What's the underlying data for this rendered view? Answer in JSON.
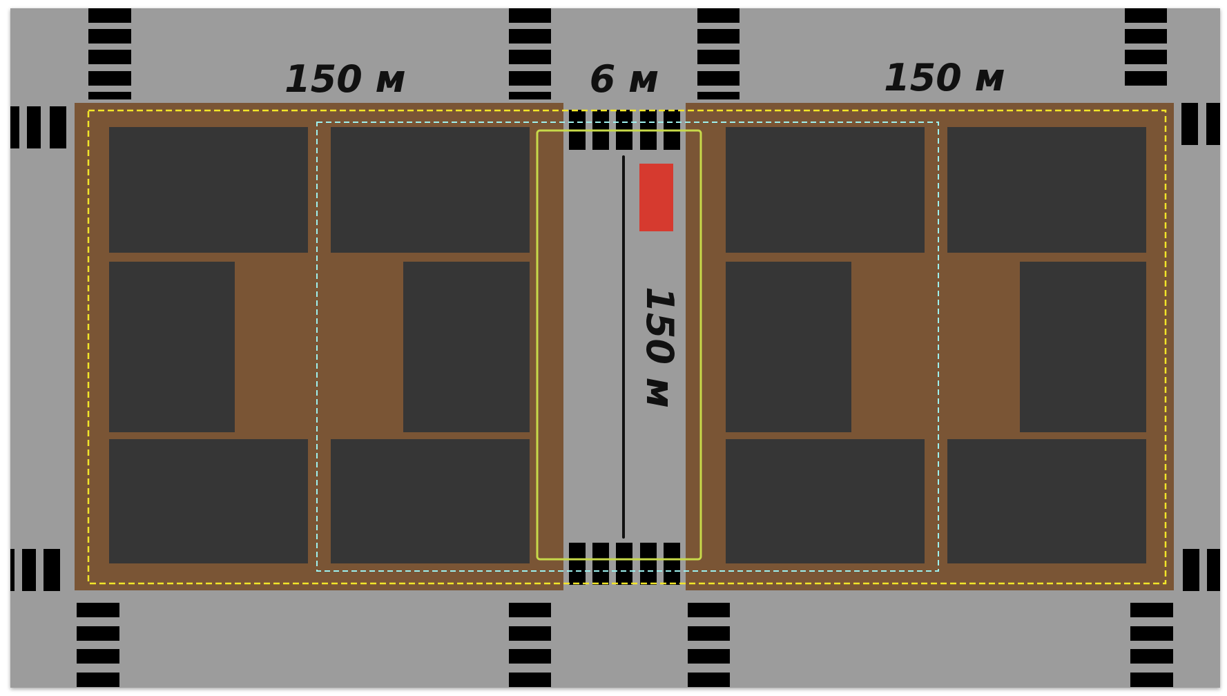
{
  "labels": {
    "left_width": "150 м",
    "street_width": "6 м",
    "right_width": "150 м",
    "street_length": "150 м"
  },
  "colors": {
    "road": "#9c9c9c",
    "block": "#7a5535",
    "building": "#363636",
    "crosswalk": "#000000",
    "outer_dashed_outline": "#f2e52a",
    "inner_dashed_outline": "#9ef1ef",
    "street_outline": "#c7d94a",
    "marker": "#d63a2f",
    "text": "#111111"
  }
}
